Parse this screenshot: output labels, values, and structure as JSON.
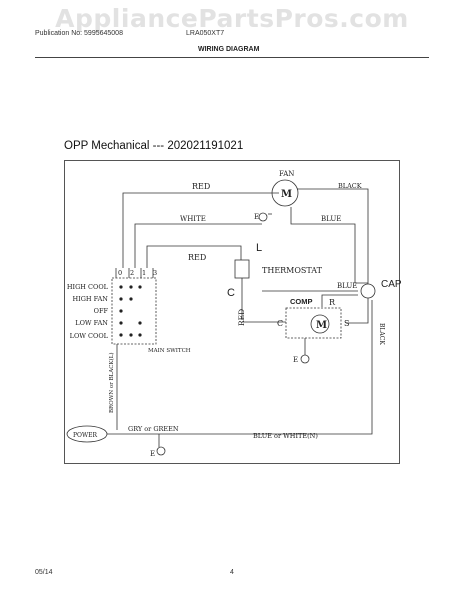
{
  "watermark": "AppliancePartsPros.com",
  "header": {
    "publication": "Publication No: 5995645008",
    "model": "LRA050XT7",
    "section": "WIRING DIAGRAM"
  },
  "diagram": {
    "title": "OPP Mechanical --- 202021191021",
    "fan": "FAN",
    "motor_symbol": "M",
    "earth": "E",
    "red": "RED",
    "black": "BLACK",
    "white": "WHITE",
    "blue": "BLUE",
    "thermostat_l": "L",
    "thermostat": "THERMOSTAT",
    "thermostat_c": "C",
    "cap": "CAP",
    "comp": "COMP",
    "comp_r": "R",
    "comp_c": "C",
    "comp_s": "S",
    "switch_terminals": [
      "0",
      "2",
      "1",
      "3"
    ],
    "switch_positions": [
      "HIGH COOL",
      "HIGH FAN",
      "OFF",
      "LOW FAN",
      "LOW COOL"
    ],
    "main_switch": "MAIN SWITCH",
    "brown_black": "BROWN or BLACK(L)",
    "power": "POWER",
    "gry_green": "GRY or GREEN",
    "blue_white": "BLUE or WHITE(N)"
  },
  "footer": {
    "date": "05/14",
    "page": "4"
  }
}
